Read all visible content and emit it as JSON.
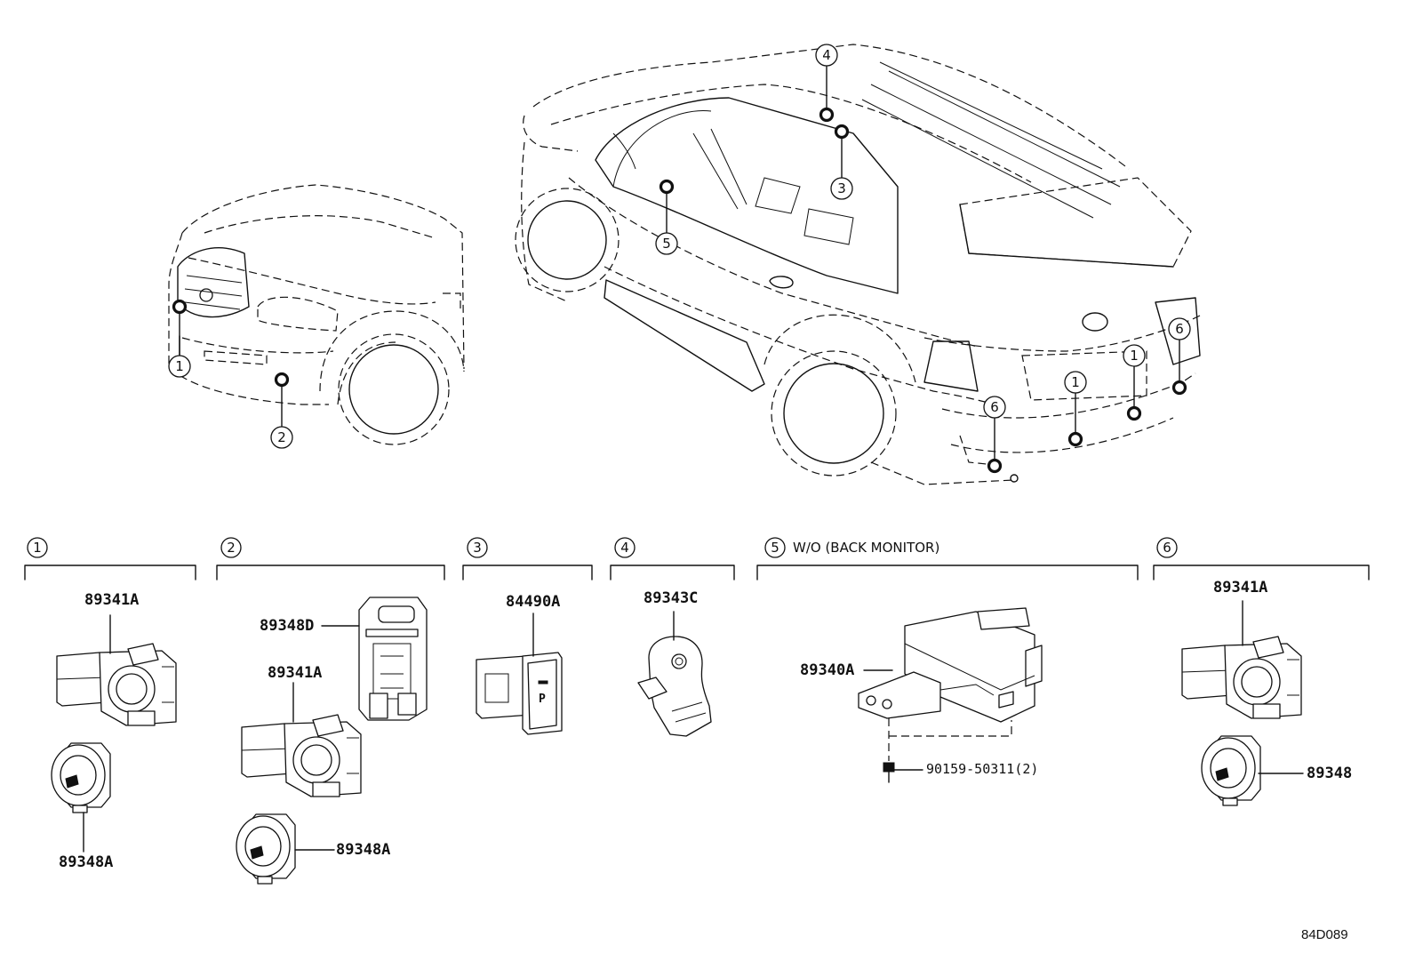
{
  "callout_numbers": {
    "c1": "1",
    "c2": "2",
    "c3": "3",
    "c4": "4",
    "c5": "5",
    "c6": "6"
  },
  "sections": {
    "s1": {
      "number": "1"
    },
    "s2": {
      "number": "2"
    },
    "s3": {
      "number": "3"
    },
    "s4": {
      "number": "4"
    },
    "s5": {
      "number": "5",
      "note": "W/O (BACK MONITOR)"
    },
    "s6": {
      "number": "6"
    }
  },
  "parts": {
    "p_89341A_s1": "89341A",
    "p_89348A_s1": "89348A",
    "p_89348D_s2": "89348D",
    "p_89341A_s2": "89341A",
    "p_89348A_s2": "89348A",
    "p_84490A_s3": "84490A",
    "p_89343C_s4": "89343C",
    "p_89340A_s5": "89340A",
    "p_90159_s5": "90159-50311(2)",
    "p_89341A_s6": "89341A",
    "p_89348_s6": "89348"
  },
  "switch_glyph": "P",
  "diagram_code": "84D089"
}
